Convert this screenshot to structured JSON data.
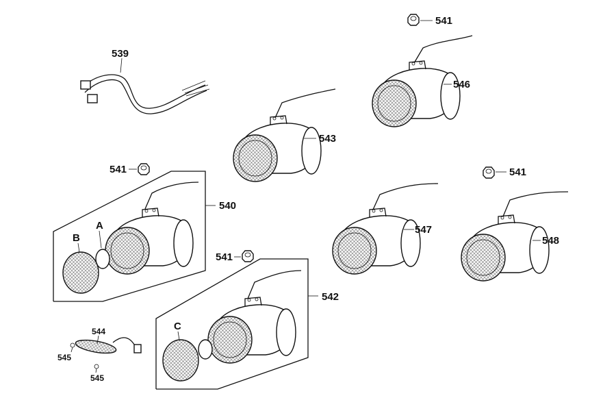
{
  "callouts": {
    "p539": "539",
    "p541a": "541",
    "p546": "546",
    "p543": "543",
    "p541b": "541",
    "p540": "540",
    "p541c": "541",
    "p547": "547",
    "p548": "548",
    "p541d": "541",
    "p542": "542",
    "p544": "544",
    "p545a": "545",
    "p545b": "545"
  },
  "letters": {
    "A": "A",
    "B": "B",
    "C": "C"
  }
}
